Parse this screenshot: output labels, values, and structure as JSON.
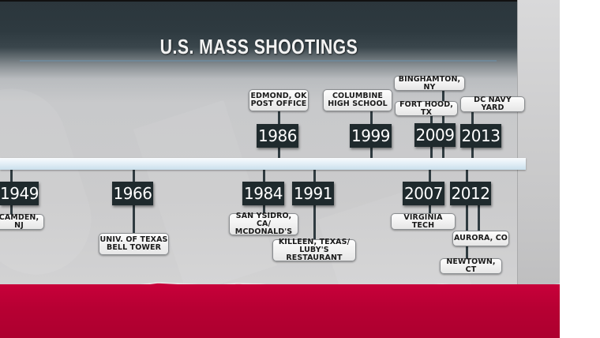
{
  "title": "U.S. MASS SHOOTINGS",
  "colors": {
    "header_dark": "#2b363c",
    "title_rule": "#6f8797",
    "year_box": "#1f2a2d",
    "axis": "#dceaf3",
    "banner_red": "#b70033",
    "label_bg": "#f2f2f2"
  },
  "events_above": [
    {
      "year": "1986",
      "label_lines": [
        "EDMOND, OK",
        "POST OFFICE"
      ]
    },
    {
      "year": "1999",
      "label_lines": [
        "COLUMBINE",
        "HIGH SCHOOL"
      ]
    },
    {
      "year": "2009",
      "label_lines": [
        "BINGHAMTON, NY"
      ]
    },
    {
      "year": "2009",
      "label_lines": [
        "FORT HOOD, TX"
      ]
    },
    {
      "year": "2013",
      "label_lines": [
        "DC NAVY YARD"
      ]
    }
  ],
  "events_below": [
    {
      "year": "1949",
      "label_lines": [
        "CAMDEN, NJ"
      ]
    },
    {
      "year": "1966",
      "label_lines": [
        "UNIV. OF TEXAS",
        "BELL TOWER"
      ]
    },
    {
      "year": "1984",
      "label_lines": [
        "SAN YSIDRO, CA/",
        "MCDONALD'S"
      ]
    },
    {
      "year": "1991",
      "label_lines": [
        "KILLEEN, TEXAS/",
        "LUBY'S RESTAURANT"
      ]
    },
    {
      "year": "2007",
      "label_lines": [
        "VIRGINIA TECH"
      ]
    },
    {
      "year": "2012",
      "label_lines": [
        "AURORA, CO"
      ]
    },
    {
      "year": "2012",
      "label_lines": [
        "NEWTOWN, CT"
      ]
    }
  ],
  "years": {
    "y1949": "1949",
    "y1966": "1966",
    "y1984": "1984",
    "y1986": "1986",
    "y1991": "1991",
    "y1999": "1999",
    "y2007": "2007",
    "y2009": "2009",
    "y2012": "2012",
    "y2013": "2013"
  },
  "labels": {
    "edmond_1": "EDMOND, OK",
    "edmond_2": "POST OFFICE",
    "columbine_1": "COLUMBINE",
    "columbine_2": "HIGH SCHOOL",
    "binghamton": "BINGHAMTON, NY",
    "fort_hood": "FORT HOOD, TX",
    "navy_yard": "DC NAVY YARD",
    "camden": "CAMDEN, NJ",
    "texas_1": "UNIV. OF TEXAS",
    "texas_2": "BELL TOWER",
    "san_ysidro_1": "SAN YSIDRO, CA/",
    "san_ysidro_2": "MCDONALD'S",
    "killeen_1": "KILLEEN, TEXAS/",
    "killeen_2": "LUBY'S RESTAURANT",
    "virginia_tech": "VIRGINIA TECH",
    "aurora": "AURORA, CO",
    "newtown": "NEWTOWN, CT"
  }
}
